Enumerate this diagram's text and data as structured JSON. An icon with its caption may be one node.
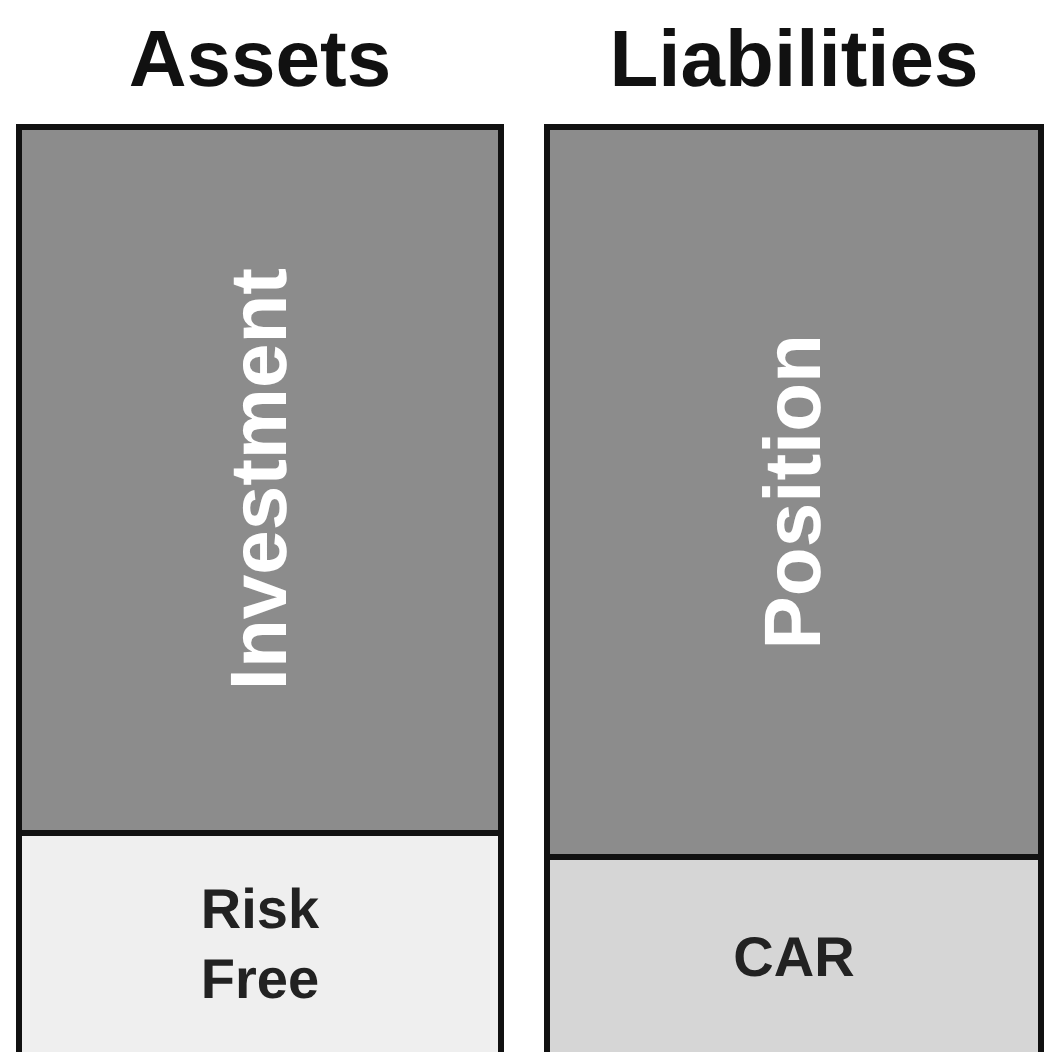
{
  "diagram": {
    "nodes": [
      {
        "text": [
          "Assets"
        ]
      },
      {
        "text": [
          "Investment"
        ],
        "in": 0
      },
      {
        "text": [
          "Risk Free"
        ],
        "in": 0
      },
      {
        "text": [
          "Liabilities"
        ]
      },
      {
        "text": [
          "Position"
        ],
        "in": 3
      },
      {
        "text": [
          "CAR"
        ],
        "in": 3
      }
    ]
  }
}
